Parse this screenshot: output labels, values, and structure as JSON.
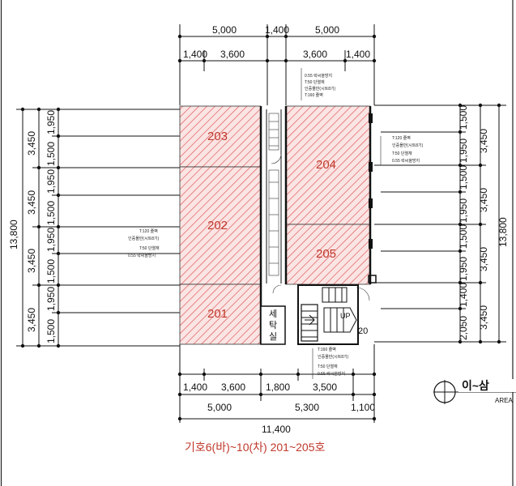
{
  "top_dims_row1": [
    "5,000",
    "1,400",
    "5,000"
  ],
  "top_dims_row2": [
    "1,400",
    "3,600",
    "3,600",
    "1,400"
  ],
  "bottom_dims_row1": [
    "1,400",
    "3,600",
    "1,800",
    "3,500"
  ],
  "bottom_dims_row2": [
    "5,000",
    "5,300",
    "1,100"
  ],
  "bottom_total": "11,400",
  "left_total": "13,800",
  "left_dims": [
    "3,450",
    "3,450",
    "3,450",
    "3,450"
  ],
  "left_sub_dims": [
    "1,950",
    "1,500",
    "1,950",
    "1,500",
    "1,950",
    "1,500",
    "1,950",
    "1,500"
  ],
  "right_total": "13,800",
  "right_dims": [
    "3,450",
    "3,450",
    "3,450",
    "3,450"
  ],
  "right_sub_dims": [
    "1,500",
    "1,950",
    "1,500",
    "1,950",
    "1,500",
    "1,950",
    "1,400",
    "2,050"
  ],
  "rooms": [
    "203",
    "202",
    "201",
    "204",
    "205"
  ],
  "laundry_label": [
    "세",
    "탁",
    "실"
  ],
  "notes_top": [
    "0.55 락씨올방지",
    "T:50 단열재",
    "인증몰만(시트8기)",
    "T:160 줄벽"
  ],
  "notes_left": [
    "T:120 줄벽",
    "인증몰만(시트8기)",
    "T:50 단열재",
    "0.55 락씨올방지"
  ],
  "notes_right": [
    "T:120 줄벽",
    "인증몰만(시트8기)",
    "T:50 단열재",
    "0.55 락씨올방지"
  ],
  "notes_bottom": [
    "T:160 줄벽",
    "인증몰만(시트8기)",
    "T:50 단열재",
    "0.55 락씨올방지"
  ],
  "stair_label": "UP",
  "stair_number": "20",
  "area_title": "이~삼",
  "area_label": "AREA",
  "caption": "기호6(바)~10(차) 201~205호"
}
